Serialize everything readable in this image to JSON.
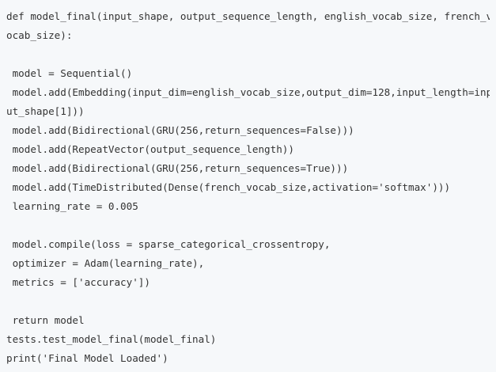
{
  "code": {
    "lines": [
      "def model_final(input_shape, output_sequence_length, english_vocab_size, french_v",
      "ocab_size):",
      "",
      " model = Sequential()",
      " model.add(Embedding(input_dim=english_vocab_size,output_dim=128,input_length=inp",
      "ut_shape[1]))",
      " model.add(Bidirectional(GRU(256,return_sequences=False)))",
      " model.add(RepeatVector(output_sequence_length))",
      " model.add(Bidirectional(GRU(256,return_sequences=True)))",
      " model.add(TimeDistributed(Dense(french_vocab_size,activation='softmax')))",
      " learning_rate = 0.005",
      "",
      " model.compile(loss = sparse_categorical_crossentropy,",
      " optimizer = Adam(learning_rate),",
      " metrics = ['accuracy'])",
      "",
      " return model",
      "tests.test_model_final(model_final)",
      "print('Final Model Loaded')"
    ]
  }
}
